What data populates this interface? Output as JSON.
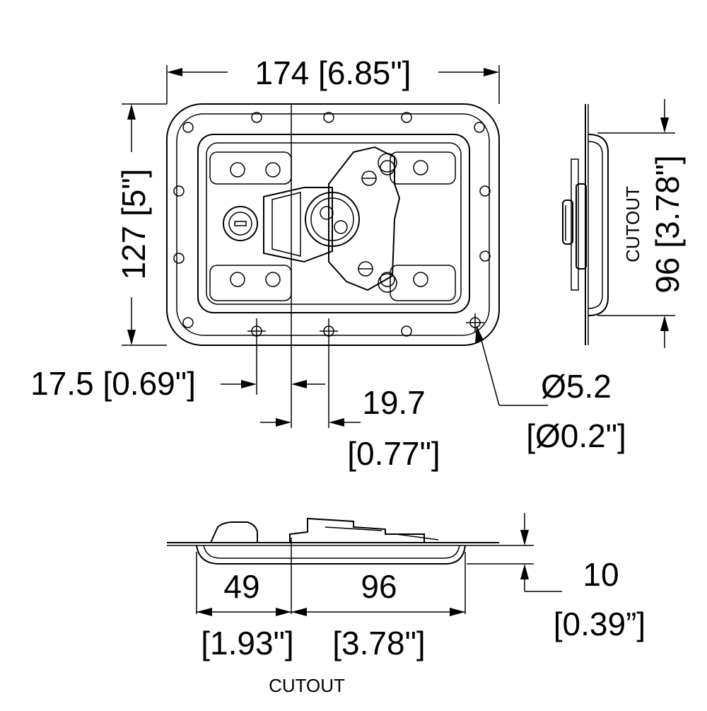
{
  "dimensions": {
    "width": "174 [6.85\"]",
    "height": "127 [5\"]",
    "hole_offset": "17.5 [0.69\"]",
    "hole_spacing_value": "19.7",
    "hole_spacing_inch": "[0.77\"]",
    "hole_dia_value": "Ø5.2",
    "hole_dia_inch": "[Ø0.2\"]",
    "side_cutout": "96 [3.78\"]",
    "side_cutout_label": "CUTOUT",
    "bottom_left_value": "49",
    "bottom_left_inch": "[1.93\"]",
    "bottom_right_value": "96",
    "bottom_right_inch": "[3.78\"]",
    "bottom_cutout_label": "CUTOUT",
    "depth_value": "10",
    "depth_inch": "[0.39”]"
  },
  "colors": {
    "line": "#000000",
    "background": "#ffffff"
  }
}
